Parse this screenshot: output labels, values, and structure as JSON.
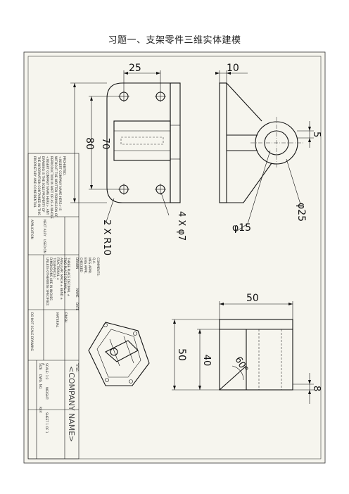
{
  "doc_title": "习题一、支架零件三维实体建模",
  "dimensions": {
    "front_width": "25",
    "front_height_total": "80",
    "front_height_inner": "70",
    "fillet": "2 X R10",
    "holes": "4 X φ7",
    "side_thickness": "10",
    "side_offset": "5",
    "side_outer_dia": "φ25",
    "side_inner_dia": "φ15",
    "top_width": "50",
    "top_height": "50",
    "top_inner_height": "40",
    "top_angle": "60°",
    "top_thickness": "8"
  },
  "title_block": {
    "company_name": "<COMPANY NAME>",
    "notes": [
      "UNLESS OTHERWISE SPECIFIED:",
      "DIMENSIONS ARE IN INCHES",
      "TOLERANCES:",
      "FRACTIONAL ±",
      "ANGULAR: MACH ±  BEND ±",
      "TWO PLACE DECIMAL ±",
      "THREE PLACE DECIMAL ±"
    ],
    "proprietary": [
      "PROPRIETARY AND CONFIDENTIAL",
      "THE INFORMATION CONTAINED IN THIS",
      "DRAWING IS THE SOLE PROPERTY OF",
      "<INSERT COMPANY NAME HERE>. ANY",
      "REPRODUCTION IN PART OR AS A WHOLE",
      "WITHOUT THE WRITTEN PERMISSION OF",
      "<INSERT COMPANY NAME HERE> IS",
      "PROHIBITED."
    ],
    "labels": {
      "next_assy": "NEXT ASSY",
      "used_on": "USED ON",
      "application": "APPLICATION",
      "do_not_scale": "DO NOT SCALE DRAWING",
      "name": "NAME",
      "date": "DATE",
      "drawn": "DRAWN",
      "checked": "CHECKED",
      "eng_appr": "ENG APPR.",
      "mfg_appr": "MFG APPR.",
      "qa": "Q.A.",
      "comments": "COMMENTS:",
      "material": "MATERIAL",
      "finish": "FINISH",
      "title": "TITLE:",
      "size": "SIZE",
      "size_value": "A",
      "dwg_no": "DWG. NO.",
      "rev": "REV",
      "scale": "SCALE: 1:2",
      "weight": "WEIGHT:",
      "sheet": "SHEET 1 OF 1"
    }
  }
}
